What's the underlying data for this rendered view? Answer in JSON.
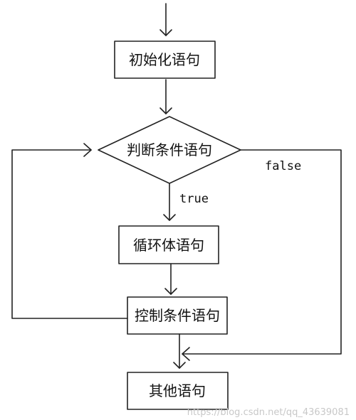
{
  "nodes": {
    "init": {
      "label": "初始化语句"
    },
    "condition": {
      "label": "判断条件语句"
    },
    "loop_body": {
      "label": "循环体语句"
    },
    "control": {
      "label": "控制条件语句"
    },
    "other": {
      "label": "其他语句"
    }
  },
  "edges": {
    "true_label": "true",
    "false_label": "false"
  },
  "watermark": "https://blog.csdn.net/qq_43639081",
  "colors": {
    "stroke": "#222222",
    "text": "#111111",
    "watermark": "#c8c8c8",
    "background": "#ffffff"
  }
}
